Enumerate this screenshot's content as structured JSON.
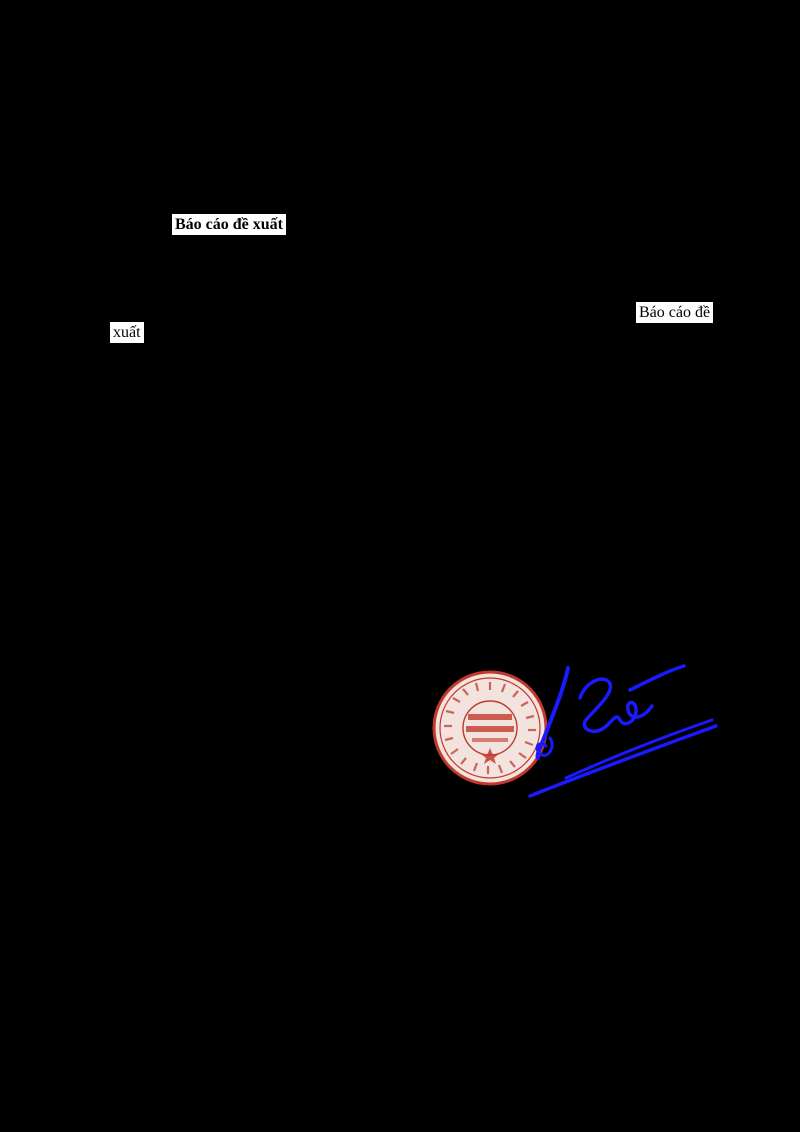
{
  "document": {
    "heading": "Báo cáo đề xuất",
    "line_end_fragment": "Báo cáo đề",
    "line_start_fragment": "xuất"
  },
  "seal": {
    "color": "#c0392b",
    "icon": "official-seal"
  },
  "signature": {
    "color": "#1a1aff",
    "icon": "handwritten-signature"
  },
  "colors": {
    "page_background": "#000000",
    "text_chip_background": "#ffffff"
  }
}
